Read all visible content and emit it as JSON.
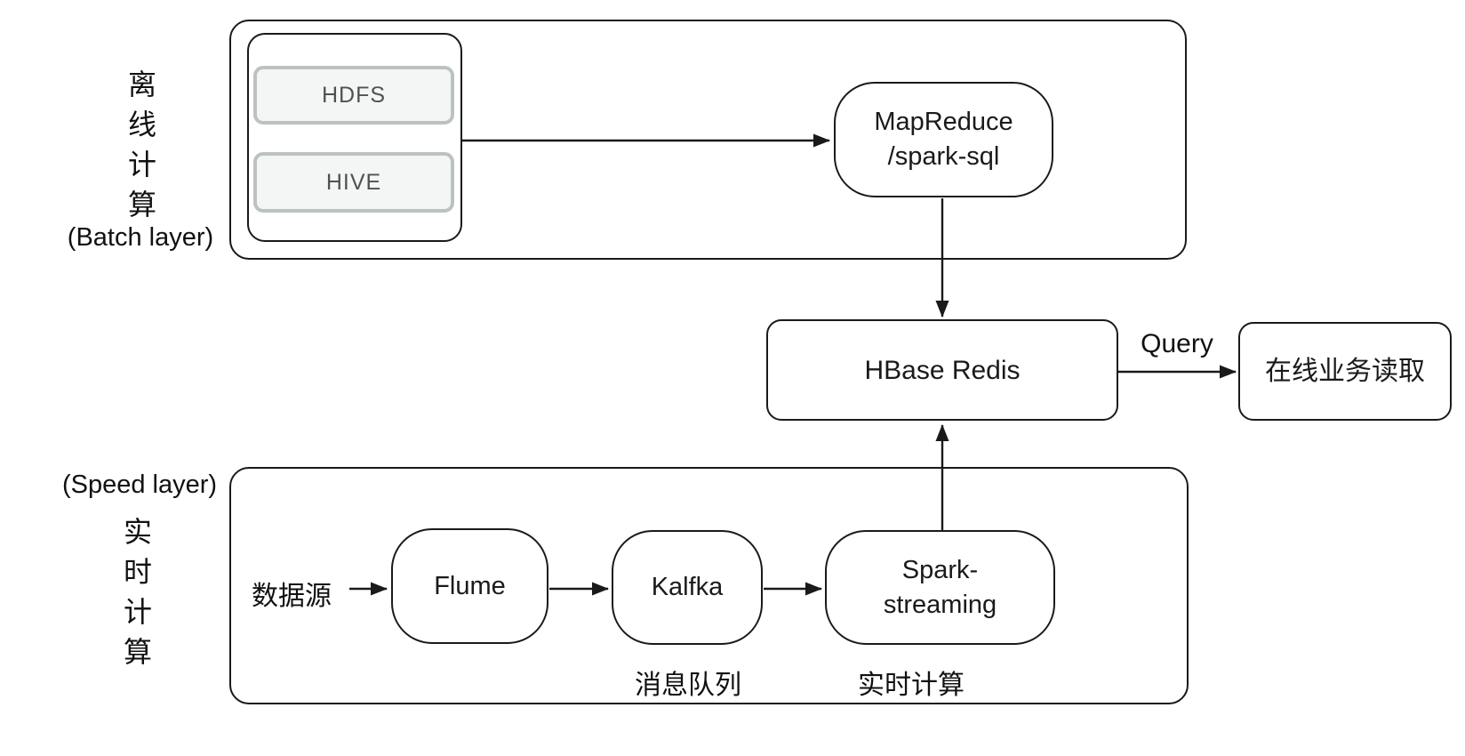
{
  "batch_layer": {
    "vertical_label": [
      "离",
      "线",
      "计",
      "算"
    ],
    "layer_name": "(Batch layer)",
    "storage_items": [
      "HDFS",
      "HIVE"
    ],
    "compute": {
      "line1": "MapReduce",
      "line2": "/spark-sql"
    }
  },
  "serving": {
    "store": "HBase Redis",
    "query_label": "Query",
    "online": "在线业务读取"
  },
  "speed_layer": {
    "layer_name": "(Speed layer)",
    "vertical_label": [
      "实",
      "时",
      "计",
      "算"
    ],
    "source": "数据源",
    "flume": "Flume",
    "kafka": "Kalfka",
    "spark": {
      "line1": "Spark-",
      "line2": "streaming"
    },
    "kafka_caption": "消息队列",
    "spark_caption": "实时计算"
  },
  "colors": {
    "line": "#1a1a1a",
    "background": "#ffffff",
    "storage_fill": "#f4f5f5",
    "storage_border": "#bcc2c2",
    "storage_text": "#4d5252"
  }
}
